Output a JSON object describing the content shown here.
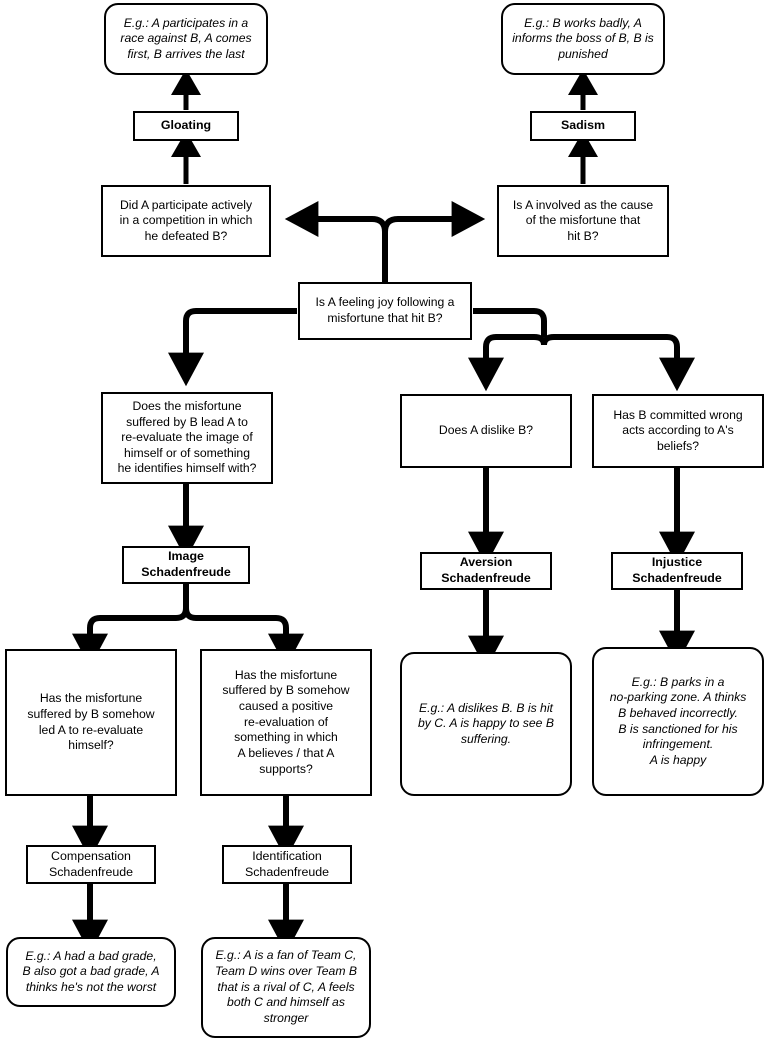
{
  "diagram": {
    "title": "Schadenfreude decision flowchart",
    "stroke_color": "#000000",
    "background_color": "#ffffff",
    "nodes": {
      "root_question": "Is A feeling joy following a\nmisfortune that hit B?",
      "q_competition": "Did A participate actively\nin a competition in which\nhe defeated B?",
      "q_cause": "Is A involved as the cause\nof the misfortune that\nhit B?",
      "label_gloating": "Gloating",
      "label_sadism": "Sadism",
      "eg_gloating": "E.g.: A participates in a\nrace against B, A comes\nfirst, B arrives the last",
      "eg_sadism": "E.g.: B works badly, A\ninforms the boss of B, B is\npunished",
      "q_image": "Does the misfortune\nsuffered by B lead A to\nre-evaluate the image of\nhimself or of something\nhe identifies himself with?",
      "label_image": "Image\nSchadenfreude",
      "q_dislike": "Does A dislike B?",
      "label_aversion": "Aversion\nSchadenfreude",
      "eg_aversion": "E.g.: A dislikes B. B is hit\nby C. A is happy to see B\nsuffering.",
      "q_wrongacts": "Has B committed wrong\nacts according to A's\nbeliefs?",
      "label_injustice": "Injustice\nSchadenfreude",
      "eg_injustice": "E.g.: B parks in a\nno-parking zone. A thinks\nB behaved incorrectly.\nB is sanctioned for his\ninfringement.\nA is happy",
      "q_self": "Has the misfortune\nsuffered by B somehow\nled A to re-evaluate\nhimself?",
      "q_belief": "Has the misfortune\nsuffered by B somehow\ncaused a positive\nre-evaluation of\nsomething in which\nA believes / that A\nsupports?",
      "label_compensation": "Compensation\nSchadenfreude",
      "label_identification": "Identification\nSchadenfreude",
      "eg_compensation": "E.g.: A had a bad grade,\nB also got a bad grade, A\nthinks he's not the worst",
      "eg_identification": "E.g.: A is a fan of Team C,\nTeam D wins over Team B\nthat is a rival of C, A feels\nboth C and himself as\nstronger"
    }
  }
}
